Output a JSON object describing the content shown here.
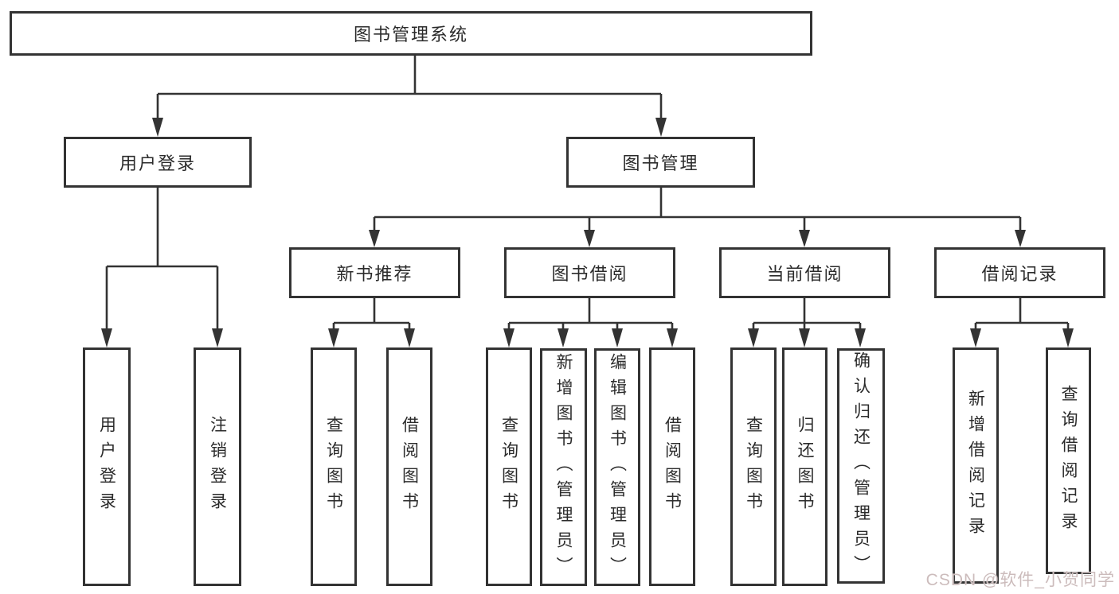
{
  "diagram": {
    "type": "tree",
    "root": {
      "label": "图书管理系统",
      "children": [
        {
          "label": "用户登录",
          "children": [
            {
              "label": "用户登录"
            },
            {
              "label": "注销登录"
            }
          ]
        },
        {
          "label": "图书管理",
          "children": [
            {
              "label": "新书推荐",
              "children": [
                {
                  "label": "查询图书"
                },
                {
                  "label": "借阅图书"
                }
              ]
            },
            {
              "label": "图书借阅",
              "children": [
                {
                  "label": "查询图书"
                },
                {
                  "label": "新增图书（管理员）"
                },
                {
                  "label": "编辑图书（管理员）"
                },
                {
                  "label": "借阅图书"
                }
              ]
            },
            {
              "label": "当前借阅",
              "children": [
                {
                  "label": "查询图书"
                },
                {
                  "label": "归还图书"
                },
                {
                  "label": "确认归还（管理员）"
                }
              ]
            },
            {
              "label": "借阅记录",
              "children": [
                {
                  "label": "新增借阅记录"
                },
                {
                  "label": "查询借阅记录"
                }
              ]
            }
          ]
        }
      ]
    },
    "colors": {
      "line": "#333333",
      "text": "#2b2b2b",
      "background": "#ffffff",
      "watermark": "#ccbcbc"
    }
  },
  "watermark": {
    "text": "CSDN @软件_小贺同学"
  }
}
